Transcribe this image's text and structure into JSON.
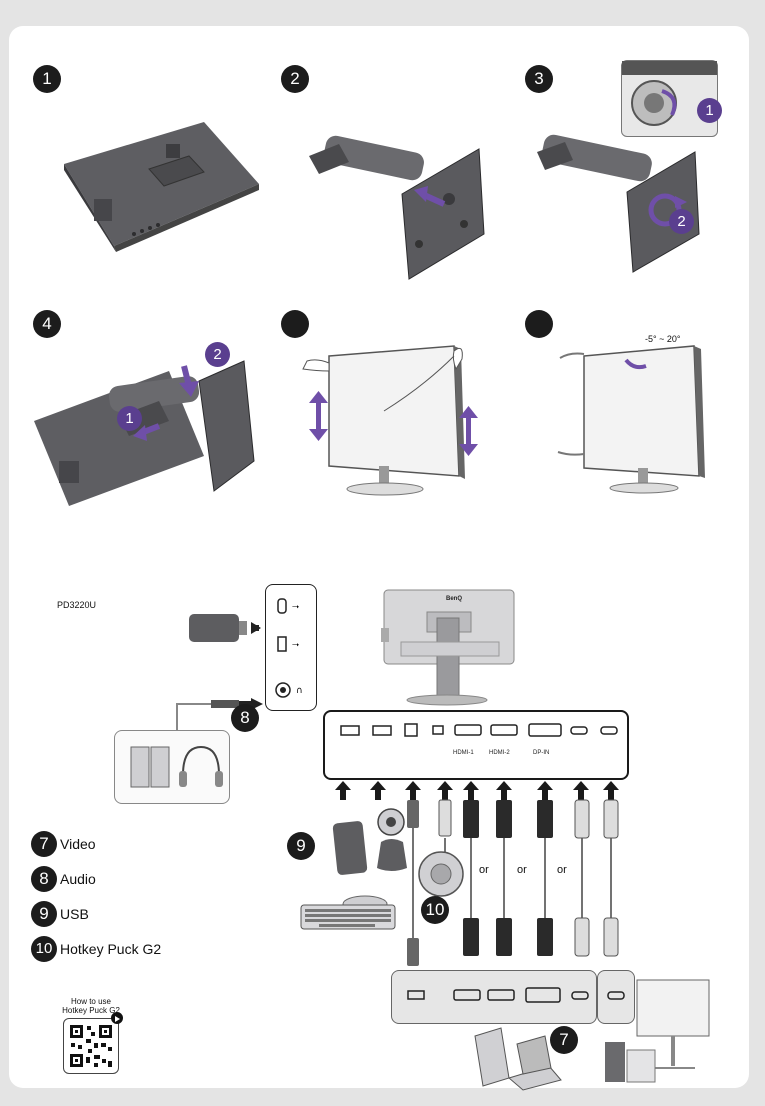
{
  "steps": [
    "1",
    "2",
    "3",
    "4",
    "",
    ""
  ],
  "step3_callouts": [
    "1",
    "2"
  ],
  "step4_callouts": [
    "1",
    "2"
  ],
  "tilt_label": "-5° ~ 20°",
  "model": "PD3220U",
  "monitor_brand": "BenQ",
  "section_numbers": {
    "video": "7",
    "audio": "8",
    "usb": "9",
    "puck": "10"
  },
  "legend": [
    {
      "num": "7",
      "label": "Video"
    },
    {
      "num": "8",
      "label": "Audio"
    },
    {
      "num": "9",
      "label": "USB"
    },
    {
      "num": "10",
      "label": "Hotkey Puck G2"
    }
  ],
  "port_labels": [
    "",
    "",
    "",
    "",
    "HDMI-1",
    "HDMI-2",
    "DP-IN",
    "",
    ""
  ],
  "or_labels": [
    "or",
    "or",
    "or"
  ],
  "qr_caption": [
    "How to use",
    "Hotkey Puck G2"
  ],
  "colors": {
    "callout": "#5a3f8f",
    "ink": "#1c1c1c",
    "panel": "#e6e6e6",
    "arrow": "#6f4fa8"
  }
}
